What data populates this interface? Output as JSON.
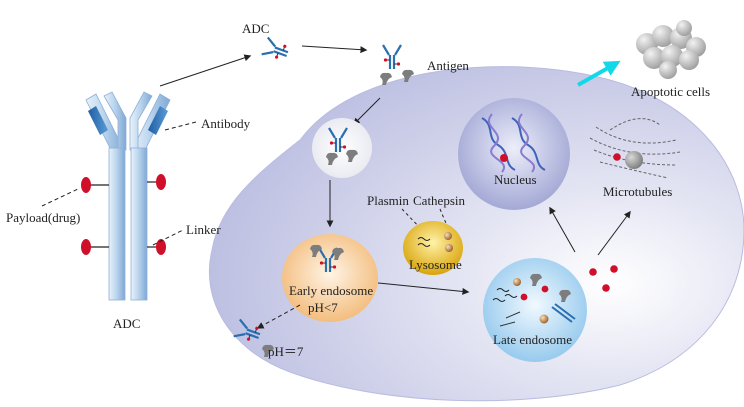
{
  "labels": {
    "adc_top": "ADC",
    "antigen": "Antigen",
    "antibody": "Antibody",
    "payload": "Payload(drug)",
    "linker": "Linker",
    "adc_bottom": "ADC",
    "apoptotic": "Apoptotic cells",
    "nucleus": "Nucleus",
    "microtubules": "Microtubules",
    "plasmin": "Plasmin",
    "cathepsin": "Cathepsin",
    "lysosome": "Lysosome",
    "early_endosome": "Early endosome",
    "ph_low": "pH<7",
    "ph_neutral": "pH＝7",
    "late_endosome": "Late endosome"
  },
  "colors": {
    "cell_fill": "#c9cbe6",
    "antibody_blue": "#2a6fb0",
    "payload_red": "#d0102a",
    "early_endosome": "#f4c58d",
    "lysosome": "#e3b614",
    "late_endosome": "#a7d4ef",
    "nucleus": "#b2b5dc",
    "arrow_cyan": "#12d8e8"
  }
}
